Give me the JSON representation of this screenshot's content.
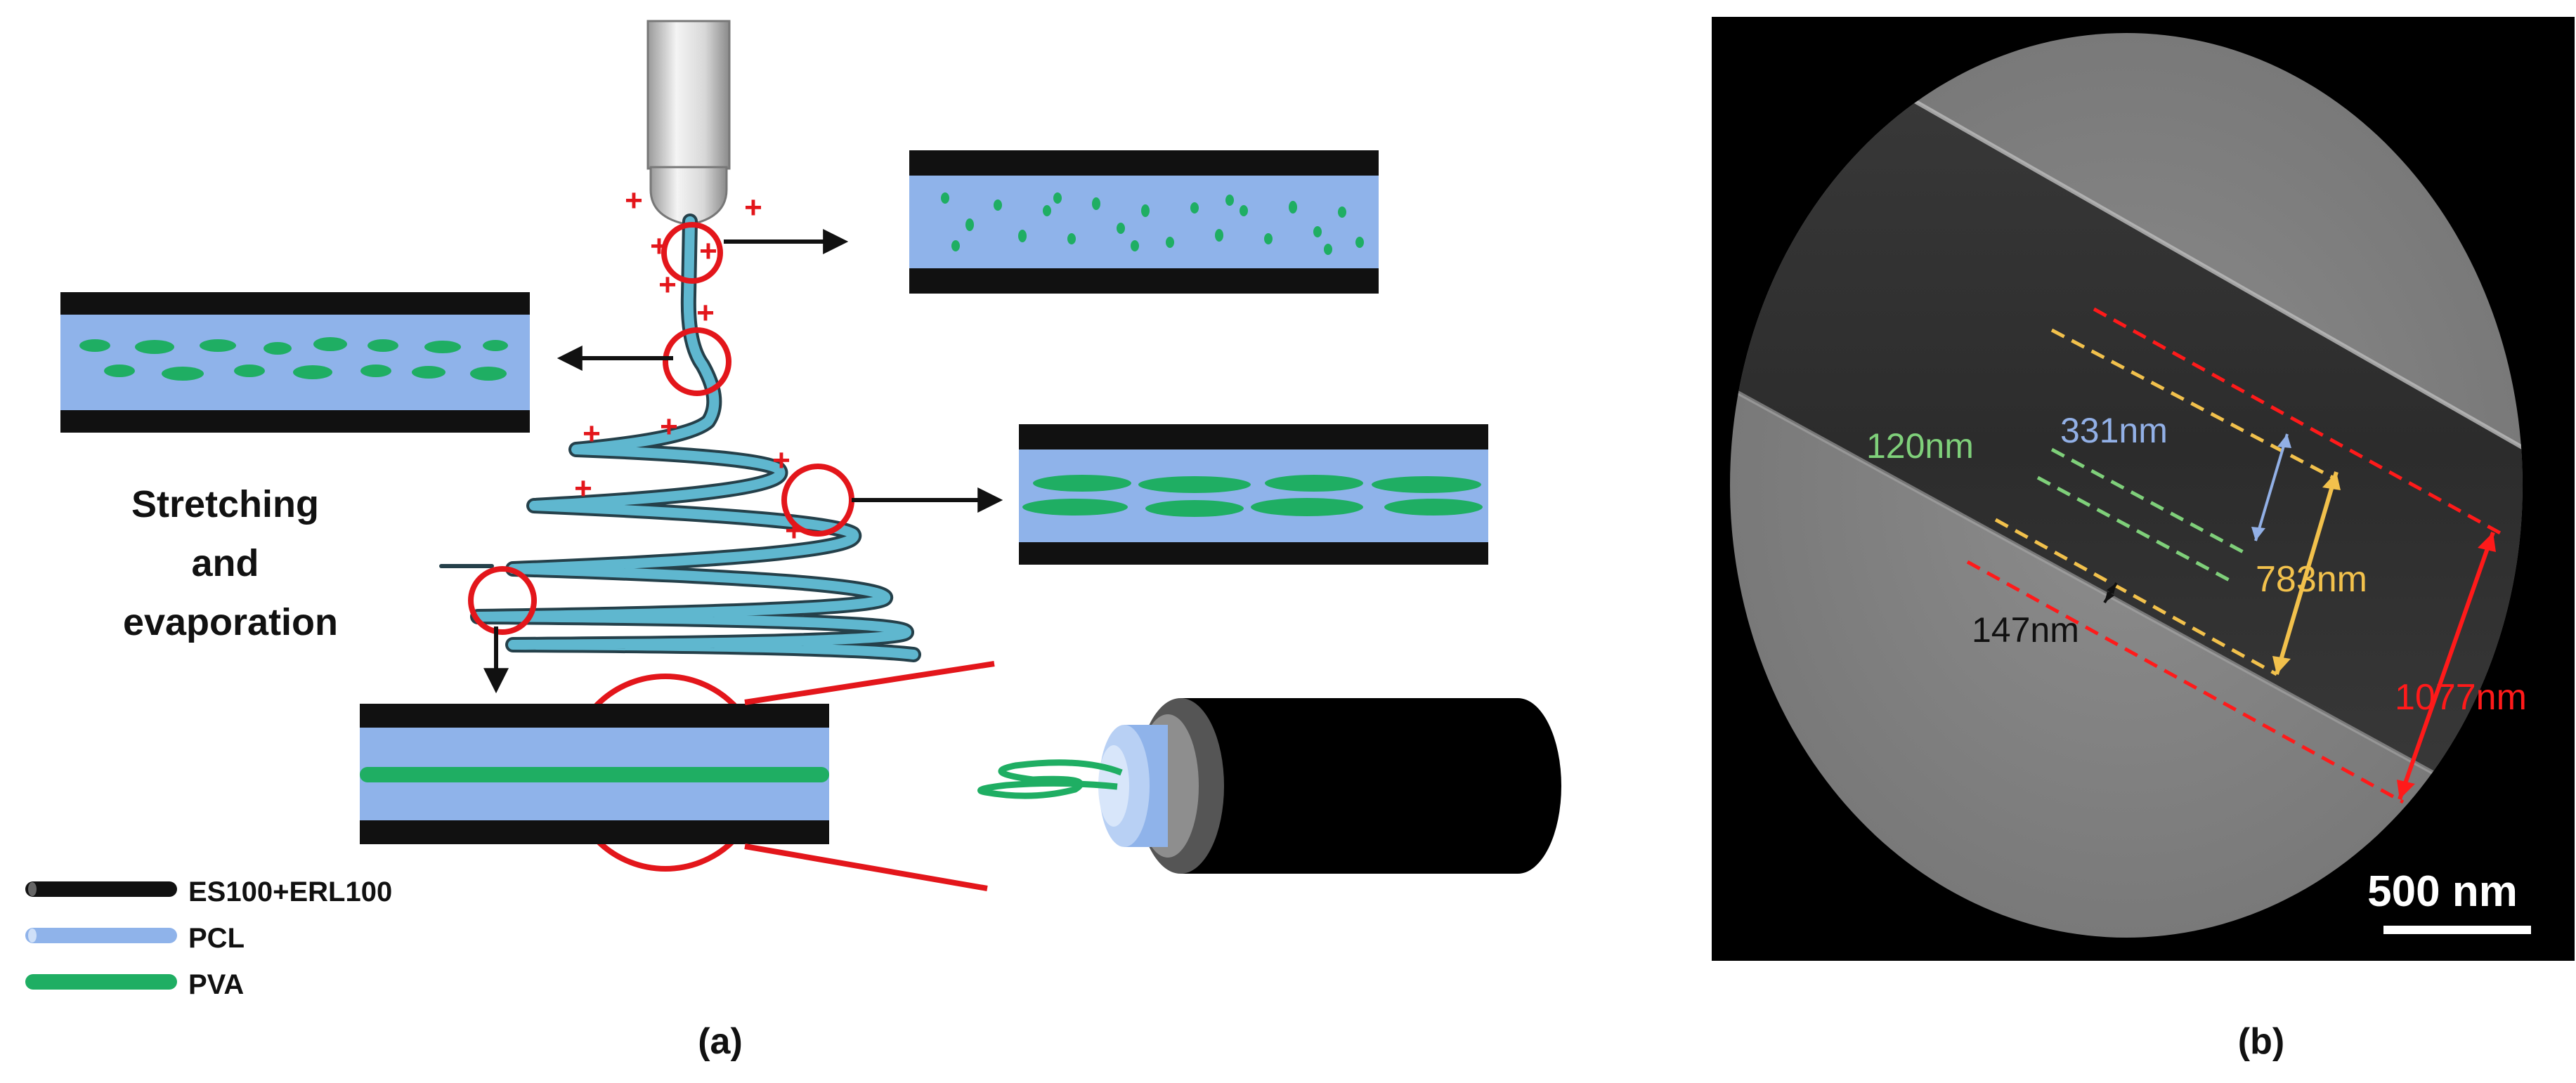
{
  "panel_a": {
    "caption": "(a)",
    "process_label": [
      "Stretching",
      "and",
      "evaporation"
    ],
    "legend": [
      {
        "label": "ES100+ERL100",
        "color": "#111111"
      },
      {
        "label": "PCL",
        "color": "#8fb3ea"
      },
      {
        "label": "PVA",
        "color": "#1fae63"
      }
    ]
  },
  "panel_b": {
    "caption": "(b)",
    "measurements": {
      "inner_core": "120nm",
      "pcl_layer": "331nm",
      "shell_gap": "147nm",
      "middle": "783nm",
      "total": "1077nm"
    },
    "scale_bar": "500 nm"
  },
  "colors": {
    "shell": "#111111",
    "pcl": "#8fb3ea",
    "pva": "#1fae63",
    "jet": "#5fb7cf",
    "circle": "#e3161b",
    "label_green": "#7fd07a",
    "label_blue": "#92b0e6",
    "label_yellow": "#f2c14c",
    "label_red": "#ff1a1a"
  }
}
